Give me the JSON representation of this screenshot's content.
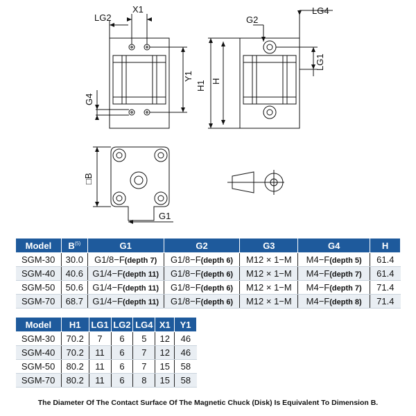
{
  "drawing": {
    "labels": {
      "lg2_a": "LG2",
      "x1": "X1",
      "y1": "Y1",
      "g4": "G4",
      "g2": "G2",
      "lg4": "LG4",
      "h1": "H1",
      "h": "H",
      "lg1": "LG1",
      "b": "□B",
      "g1": "G1"
    }
  },
  "table1": {
    "headers": [
      "Model",
      "B",
      "G1",
      "G2",
      "G3",
      "G4",
      "H"
    ],
    "b_superscript": "(5)",
    "rows": [
      {
        "model": "SGM-30",
        "b": "30.0",
        "g1": "G1/8−F",
        "g1_depth": "(depth 7)",
        "g2": "G1/8−F",
        "g2_depth": "(depth 6)",
        "g3": "M12 × 1−M",
        "g4": "M4−F",
        "g4_depth": "(depth 5)",
        "h": "61.4"
      },
      {
        "model": "SGM-40",
        "b": "40.6",
        "g1": "G1/4−F",
        "g1_depth": "(depth 11)",
        "g2": "G1/8−F",
        "g2_depth": "(depth 6)",
        "g3": "M12 × 1−M",
        "g4": "M4−F",
        "g4_depth": "(depth 7)",
        "h": "61.4"
      },
      {
        "model": "SGM-50",
        "b": "50.6",
        "g1": "G1/4−F",
        "g1_depth": "(depth 11)",
        "g2": "G1/8−F",
        "g2_depth": "(depth 6)",
        "g3": "M12 × 1−M",
        "g4": "M4−F",
        "g4_depth": "(depth 7)",
        "h": "71.4"
      },
      {
        "model": "SGM-70",
        "b": "68.7",
        "g1": "G1/4−F",
        "g1_depth": "(depth 11)",
        "g2": "G1/8−F",
        "g2_depth": "(depth 6)",
        "g3": "M12 × 1−M",
        "g4": "M4−F",
        "g4_depth": "(depth 8)",
        "h": "71.4"
      }
    ]
  },
  "table2": {
    "headers": [
      "Model",
      "H1",
      "LG1",
      "LG2",
      "LG4",
      "X1",
      "Y1"
    ],
    "rows": [
      {
        "model": "SGM-30",
        "h1": "70.2",
        "lg1": "7",
        "lg2": "6",
        "lg4": "5",
        "x1": "12",
        "y1": "46"
      },
      {
        "model": "SGM-40",
        "h1": "70.2",
        "lg1": "11",
        "lg2": "6",
        "lg4": "7",
        "x1": "12",
        "y1": "46"
      },
      {
        "model": "SGM-50",
        "h1": "80.2",
        "lg1": "11",
        "lg2": "6",
        "lg4": "7",
        "x1": "15",
        "y1": "58"
      },
      {
        "model": "SGM-70",
        "h1": "80.2",
        "lg1": "11",
        "lg2": "6",
        "lg4": "8",
        "x1": "15",
        "y1": "58"
      }
    ]
  },
  "footnote": "The Diameter Of The Contact Surface Of The Magnetic Chuck (Disk) Is Equivalent To Dimension B.",
  "colors": {
    "header_bg": "#1e5a9c",
    "header_text": "#ffffff",
    "row_alt": "#e9eef3"
  }
}
